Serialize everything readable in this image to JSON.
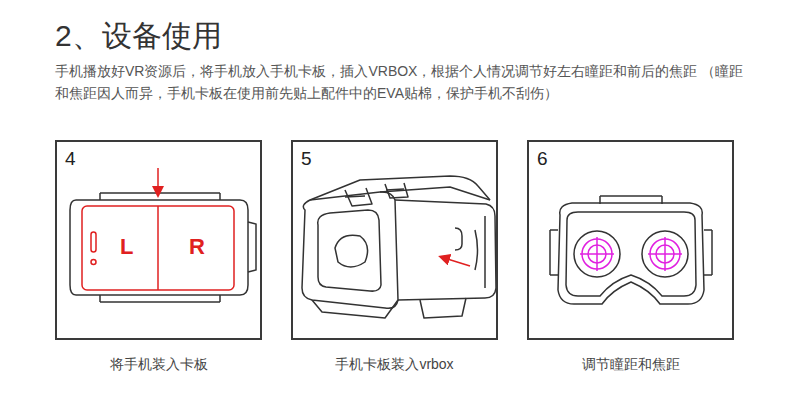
{
  "diagram": {
    "title": "2、设备使用",
    "nodes": [
      {
        "text": [
          "4",
          "将手机装入卡板"
        ]
      },
      {
        "text": [
          "5",
          "手机卡板装入vrbox"
        ]
      },
      {
        "text": [
          "6",
          "调节瞳距和焦距"
        ]
      }
    ],
    "labels": [
      "手机播放好VR资源后，将手机放入手机卡板，插入VRBOX，根据个人情况调节好左右瞳距和前后的焦距 （瞳距和焦距因人而异，手机卡板在使用前先贴上配件中的EVA贴棉，保护手机不刮伤）",
      "L",
      "R"
    ]
  }
}
